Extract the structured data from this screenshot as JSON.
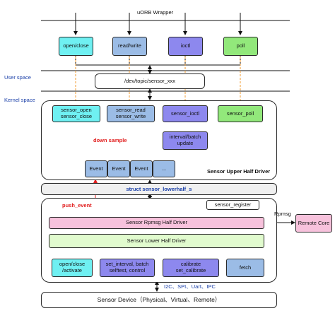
{
  "colors": {
    "cyan": "#6ff0f2",
    "light_blue": "#9bbce6",
    "purple": "#8d88ee",
    "green": "#92e87b",
    "pink": "#f7c2dc",
    "light_green": "#e1fbce",
    "orange_dashed": "#f29b30",
    "band_gray": "#f0f0f0",
    "label_blue": "#1a3fa8",
    "label_red": "#e11d1d"
  },
  "header": {
    "wrapper_label": "uORB Wrapper"
  },
  "spaces": {
    "user_space": "User space",
    "kernel_space": "Kernel space"
  },
  "uorb_apis": [
    {
      "label": "open/close"
    },
    {
      "label": "read/write"
    },
    {
      "label": "ioctl"
    },
    {
      "label": "poll"
    }
  ],
  "devnode": {
    "label": "/dev/topic/sensor_xxx"
  },
  "upper_half": {
    "title": "Sensor Upper Half Driver",
    "ops": [
      {
        "label": "sensor_open\nsensor_close"
      },
      {
        "label": "sensor_read\nsensor_write"
      },
      {
        "label": "sensor_ioctl"
      },
      {
        "label": "sensor_poll"
      }
    ],
    "interval_batch": "interval/batch\nupdate",
    "down_sample": "down sample",
    "events": [
      "Event",
      "Event",
      "Event",
      "..."
    ]
  },
  "lowerhalf_struct": {
    "label": "struct sensor_lowerhalf_s"
  },
  "lower_half": {
    "push_event": "push_event",
    "register": "sensor_register",
    "rpmsg_driver": "Sensor Rpmsg Half Driver",
    "lower_driver": "Sensor Lower Half Driver",
    "ops": [
      {
        "label": "open/close\n/activate"
      },
      {
        "label": "set_interval, batch\nselftest, control"
      },
      {
        "label": "calibrate\nset_calibrate"
      },
      {
        "label": "fetch"
      }
    ]
  },
  "remote": {
    "rpmsg_label": "Rpmsg",
    "remote_core": "Remote Core"
  },
  "bus": {
    "label": "I2C、SPI、Uart、IPC"
  },
  "device": {
    "label": "Sensor Device（Physical、Virtual、Remote）"
  }
}
